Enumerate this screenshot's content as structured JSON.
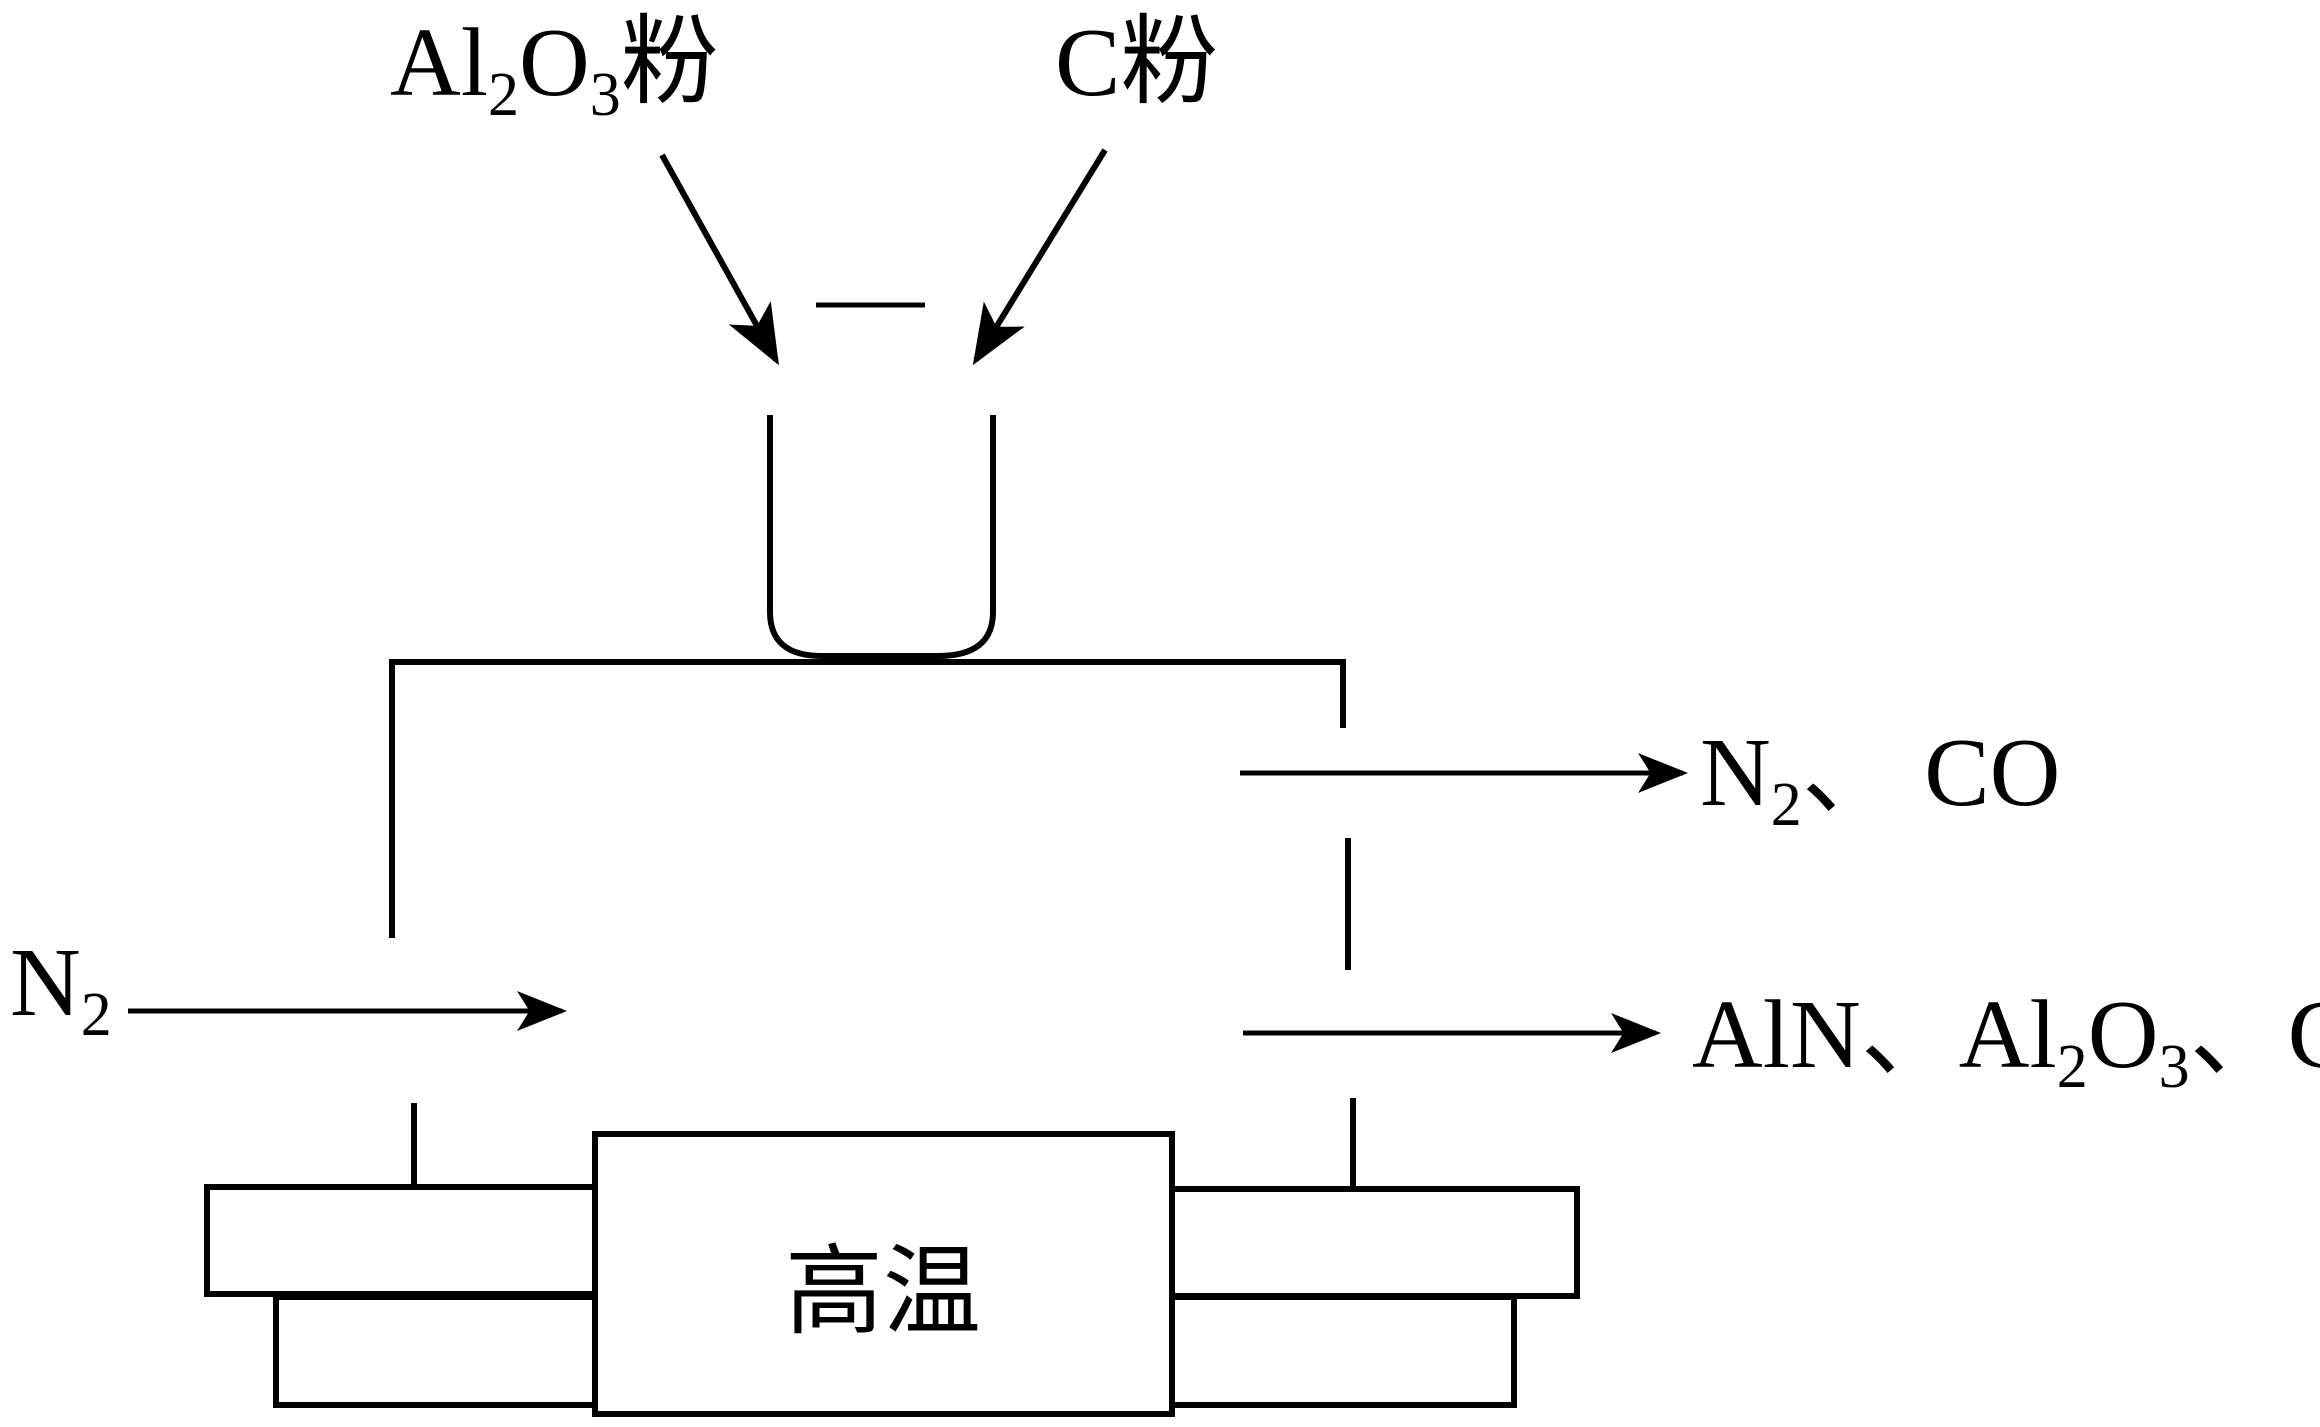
{
  "inputs": {
    "alumina_label": {
      "prefix": "Al",
      "sub1": "2",
      "mid": "O",
      "sub2": "3",
      "suffix": "粉"
    },
    "carbon_label": {
      "text": "C粉"
    },
    "nitrogen_label": {
      "prefix": "N",
      "sub": "2"
    }
  },
  "outputs": {
    "gas_label": {
      "prefix": "N",
      "sub": "2",
      "suffix": "、 CO"
    },
    "solid_label": {
      "part1": "AlN、Al",
      "sub1": "2",
      "mid": "O",
      "sub2": "3",
      "suffix": "、C"
    }
  },
  "furnace": {
    "label": "高温"
  },
  "colors": {
    "stroke": "#000000",
    "background": "#ffffff"
  }
}
